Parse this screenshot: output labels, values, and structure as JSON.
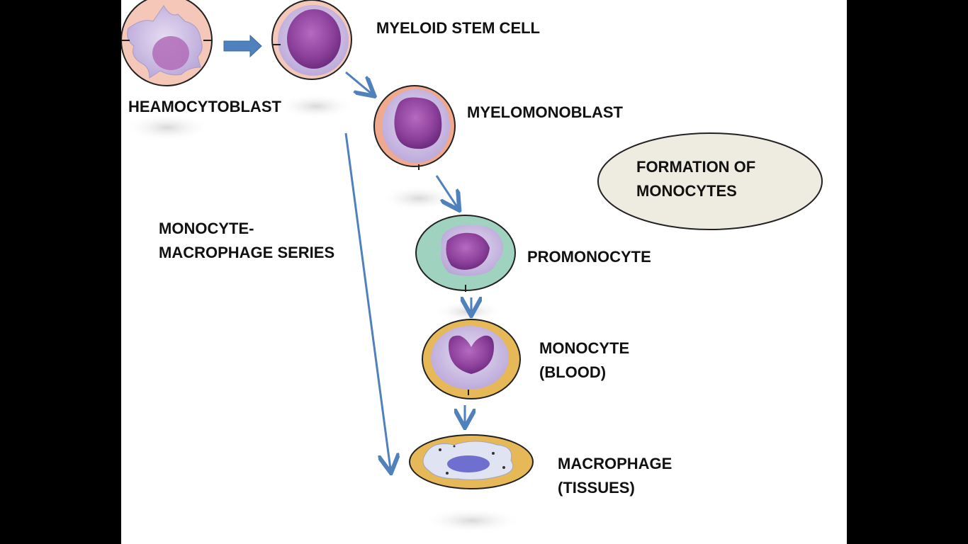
{
  "title": [
    "FORMATION OF",
    "MONOCYTES"
  ],
  "series_label": [
    "MONOCYTE-",
    "MACROPHAGE SERIES"
  ],
  "cells": {
    "heamocytoblast": "HEAMOCYTOBLAST",
    "myeloid": "MYELOID STEM CELL",
    "myelomonoblast": "MYELOMONOBLAST",
    "promonocyte": "PROMONOCYTE",
    "monocyte": [
      "MONOCYTE",
      "(BLOOD)"
    ],
    "macrophage": [
      "MACROPHAGE",
      "(TISSUES)"
    ]
  },
  "colors": {
    "arrow": "#4f81bd",
    "oval_fill": "#eeece1",
    "nucleus": "#8b3f9a",
    "cytoplasm": "#c7b6e0"
  }
}
